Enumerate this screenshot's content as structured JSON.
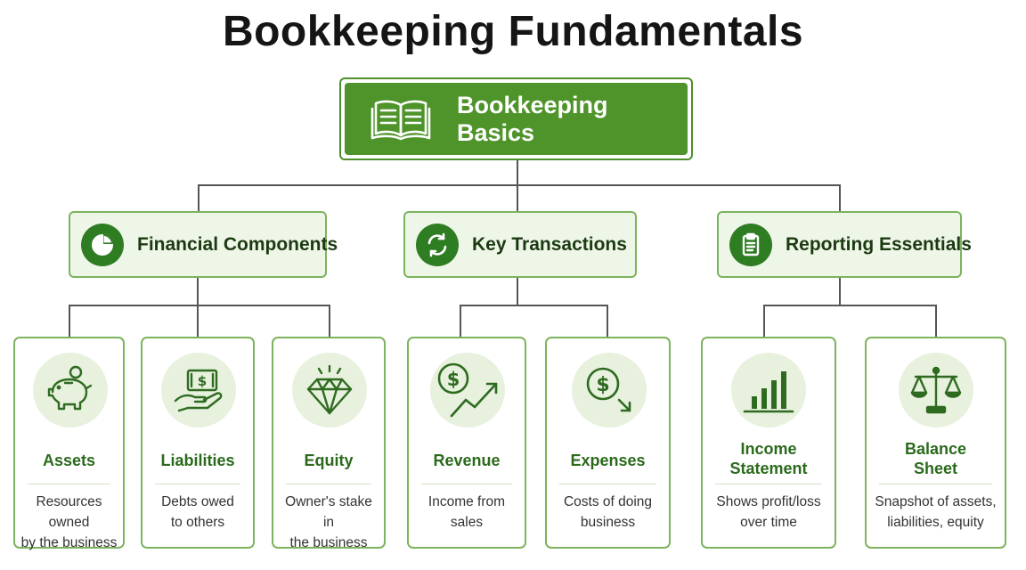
{
  "title": "Bookkeeping Fundamentals",
  "colors": {
    "primary": "#4f942a",
    "dark_green": "#2e7d22",
    "border": "#7db35e",
    "category_fill": "#eef6e8",
    "connector": "#555555"
  },
  "root": {
    "label": "Bookkeeping Basics",
    "icon": "open-book-icon"
  },
  "categories": [
    {
      "label": "Financial Components",
      "icon": "pie-chart-icon"
    },
    {
      "label": "Key Transactions",
      "icon": "refresh-arrows-icon"
    },
    {
      "label": "Reporting Essentials",
      "icon": "clipboard-icon"
    }
  ],
  "cards": [
    {
      "title": "Assets",
      "title2": "",
      "desc": "Resources owned",
      "desc2": "by the business",
      "icon": "piggy-bank-icon"
    },
    {
      "title": "Liabilities",
      "title2": "",
      "desc": "Debts owed",
      "desc2": "to others",
      "icon": "hand-money-icon"
    },
    {
      "title": "Equity",
      "title2": "",
      "desc": "Owner's stake in",
      "desc2": "the business",
      "icon": "diamond-icon"
    },
    {
      "title": "Revenue",
      "title2": "",
      "desc": "Income from sales",
      "desc2": "",
      "icon": "dollar-up-arrow-icon"
    },
    {
      "title": "Expenses",
      "title2": "",
      "desc": "Costs of doing",
      "desc2": "business",
      "icon": "dollar-down-arrow-icon"
    },
    {
      "title": "Income",
      "title2": "Statement",
      "desc": "Shows profit/loss",
      "desc2": "over time",
      "icon": "bar-chart-icon"
    },
    {
      "title": "Balance",
      "title2": "Sheet",
      "desc": "Snapshot of assets,",
      "desc2": "liabilities, equity",
      "icon": "scale-icon"
    }
  ]
}
